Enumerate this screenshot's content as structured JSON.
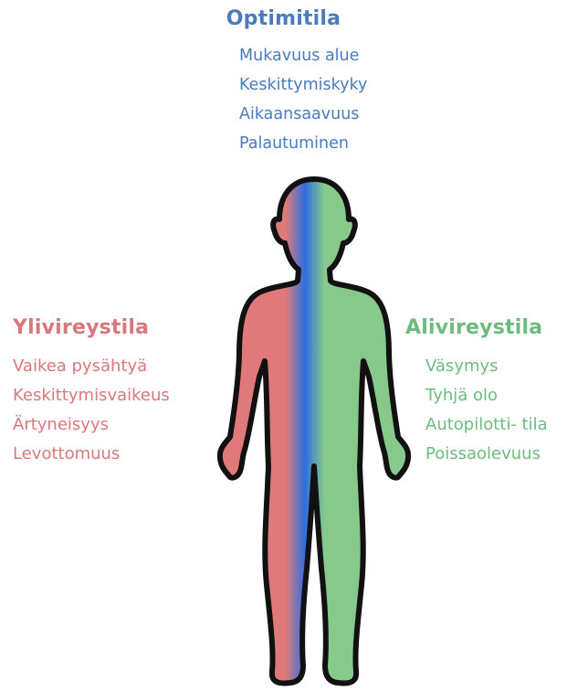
{
  "colors": {
    "optimal": "#4a7bbf",
    "hyper": "#d9787c",
    "hypo": "#6dbb7e",
    "body_left": "#e07a7a",
    "body_center": "#2f6ee0",
    "body_right": "#86c98a",
    "outline": "#111111"
  },
  "zones": {
    "optimal": {
      "title": "Optimitila",
      "items": [
        "Mukavuus alue",
        "Keskittymiskyky",
        "Aikaansaavuus",
        "Palautuminen"
      ]
    },
    "hyper": {
      "title": "Ylivireystila",
      "items": [
        "Vaikea pysähtyä",
        "Keskittymisvaikeus",
        "Ärtyneisyys",
        "Levottomuus"
      ]
    },
    "hypo": {
      "title": "Alivireystila",
      "items": [
        "Väsymys",
        "Tyhjä olo",
        "Autopilotti- tila",
        "Poissaolevuus"
      ]
    }
  },
  "figure": {
    "icon": "human-body-silhouette-icon"
  }
}
